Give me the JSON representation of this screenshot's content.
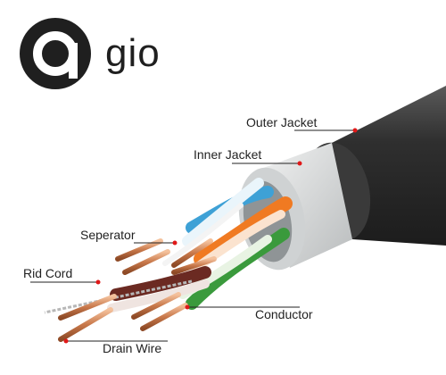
{
  "brand": {
    "logo_text": "gio"
  },
  "labels": {
    "outer_jacket": "Outer Jacket",
    "inner_jacket": "Inner Jacket",
    "separator": "Seperator",
    "rid_cord": "Rid Cord",
    "conductor": "Conductor",
    "drain_wire": "Drain Wire"
  },
  "colors": {
    "outer_jacket": "#2e2e2e",
    "inner_jacket": "#d9dbdc",
    "blue_pair": "#3ea1d6",
    "orange_pair": "#f07a22",
    "green_pair": "#3a9a3c",
    "brown_pair": "#6b2a22",
    "copper": "#d1895b",
    "pointer_dot": "#e01818"
  }
}
